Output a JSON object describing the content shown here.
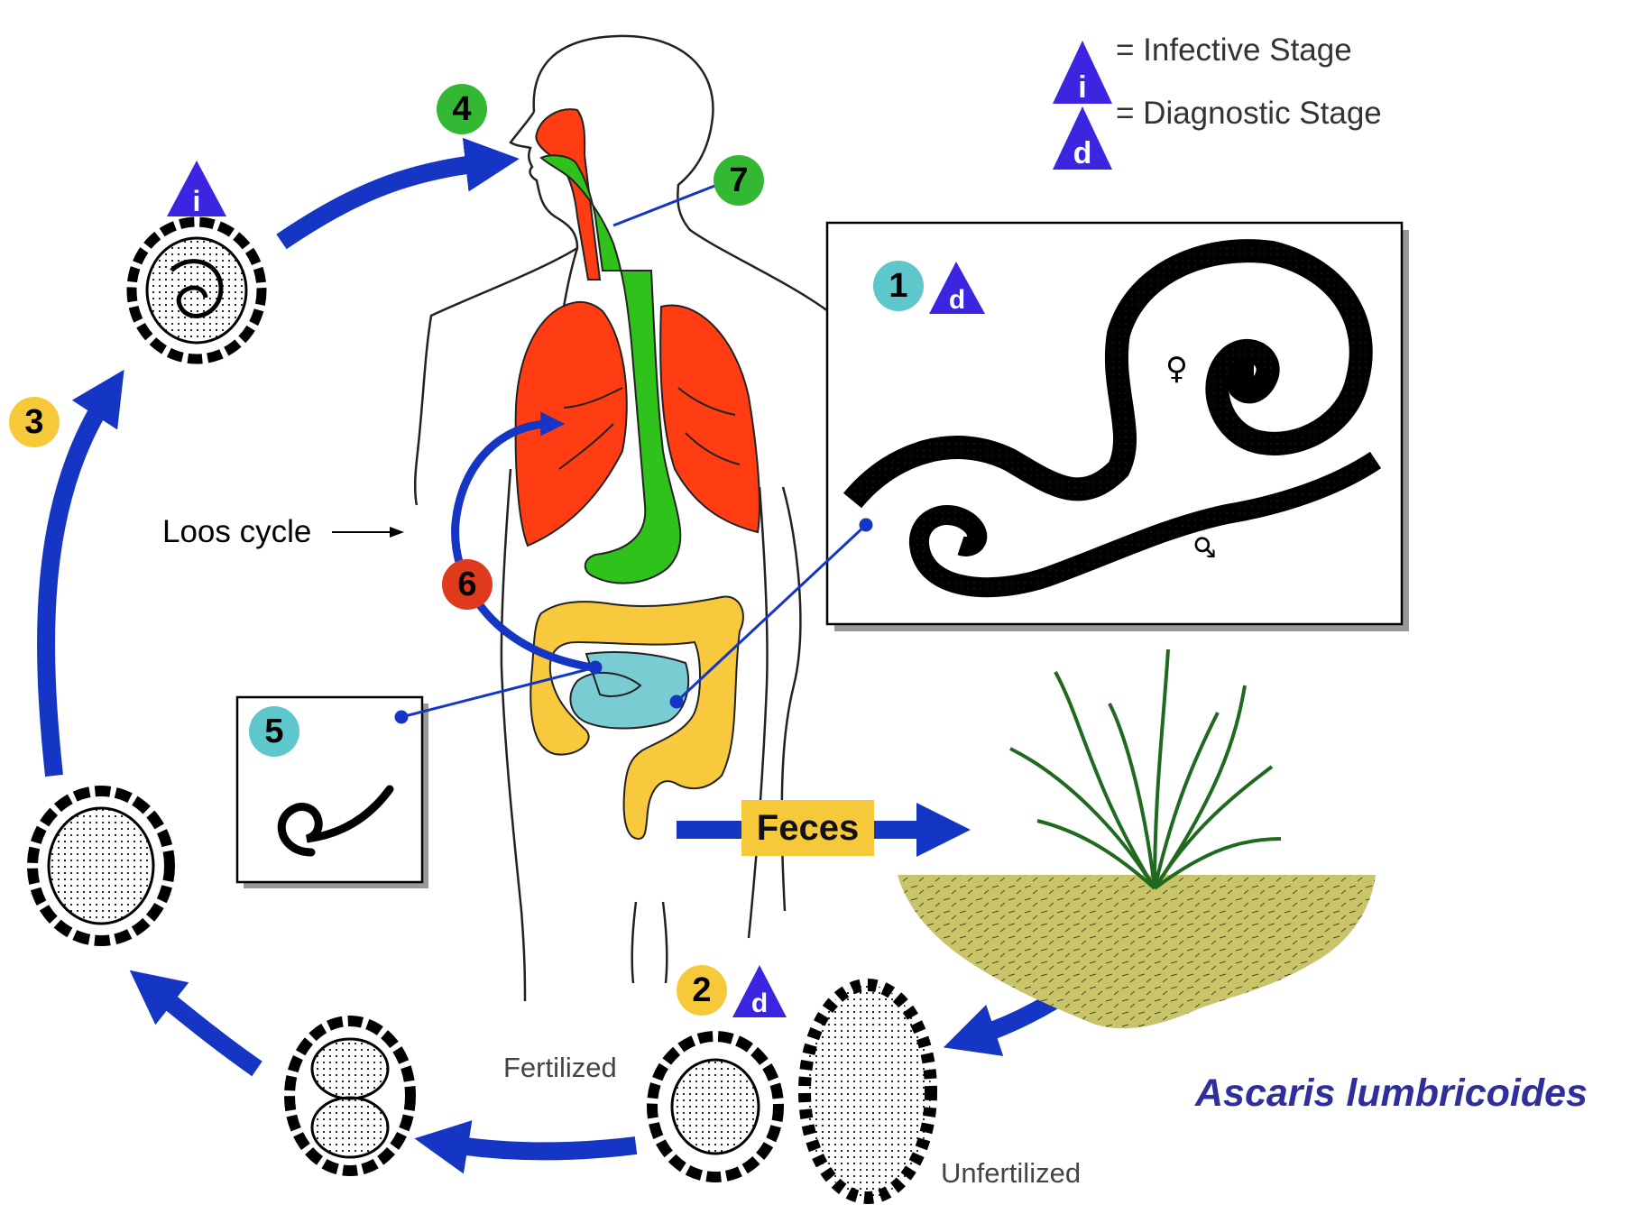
{
  "title": "Ascaris lumbricoides",
  "legend": {
    "infective": {
      "symbol": "i",
      "label": "= Infective Stage"
    },
    "diagnostic": {
      "symbol": "d",
      "label": "= Diagnostic Stage"
    }
  },
  "stages": [
    {
      "number": "1",
      "color": "#5ec7cc",
      "marker": "d"
    },
    {
      "number": "2",
      "color": "#f6c93a",
      "marker": "d"
    },
    {
      "number": "3",
      "color": "#f6c93a"
    },
    {
      "number": "4",
      "color": "#33b833"
    },
    {
      "number": "5",
      "color": "#5ec7cc"
    },
    {
      "number": "6",
      "color": "#e03a1c"
    },
    {
      "number": "7",
      "color": "#33b833"
    }
  ],
  "labels": {
    "feces": "Feces",
    "fertilized": "Fertilized",
    "unfertilized": "Unfertilized",
    "loos_cycle": "Loos cycle"
  },
  "colors": {
    "arrow": "#1535c4",
    "marker": "#3b25e0",
    "organ_red": "#ff3c12",
    "organ_green": "#2fc21a",
    "intestine_yellow": "#f8c93c",
    "intestine_cyan": "#79cdd2",
    "soil": "#c9c46a"
  },
  "icons": [
    "female-symbol-icon",
    "male-symbol-icon"
  ]
}
